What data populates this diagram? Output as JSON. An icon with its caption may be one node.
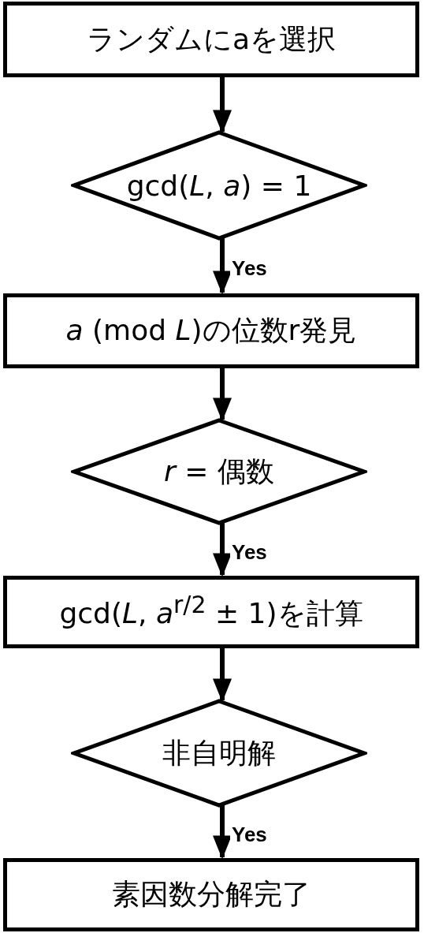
{
  "diagram": {
    "nodes": [
      {
        "text": [
          "ランダムにaを選択"
        ]
      },
      {
        "text": [
          "gcd(*L*, *a*) = 1"
        ]
      },
      {
        "text": [
          "*a* (mod *L*)の位数r発見"
        ]
      },
      {
        "text": [
          "*r* = 偶数"
        ]
      },
      {
        "text": [
          "gcd(*L*, *a*$^{r/2}$ ± 1)を計算"
        ]
      },
      {
        "text": [
          "非自明解"
        ]
      },
      {
        "text": [
          "素因数分解完了"
        ]
      }
    ],
    "edges": [
      {
        "from": 0,
        "to": 1,
        "arrow": "to"
      },
      {
        "from": 1,
        "to": 2,
        "arrow": "to",
        "label": "Yes"
      },
      {
        "from": 2,
        "to": 3,
        "arrow": "to"
      },
      {
        "from": 3,
        "to": 4,
        "arrow": "to",
        "label": "Yes"
      },
      {
        "from": 4,
        "to": 5,
        "arrow": "to"
      },
      {
        "from": 5,
        "to": 6,
        "arrow": "to",
        "label": "Yes"
      }
    ]
  }
}
